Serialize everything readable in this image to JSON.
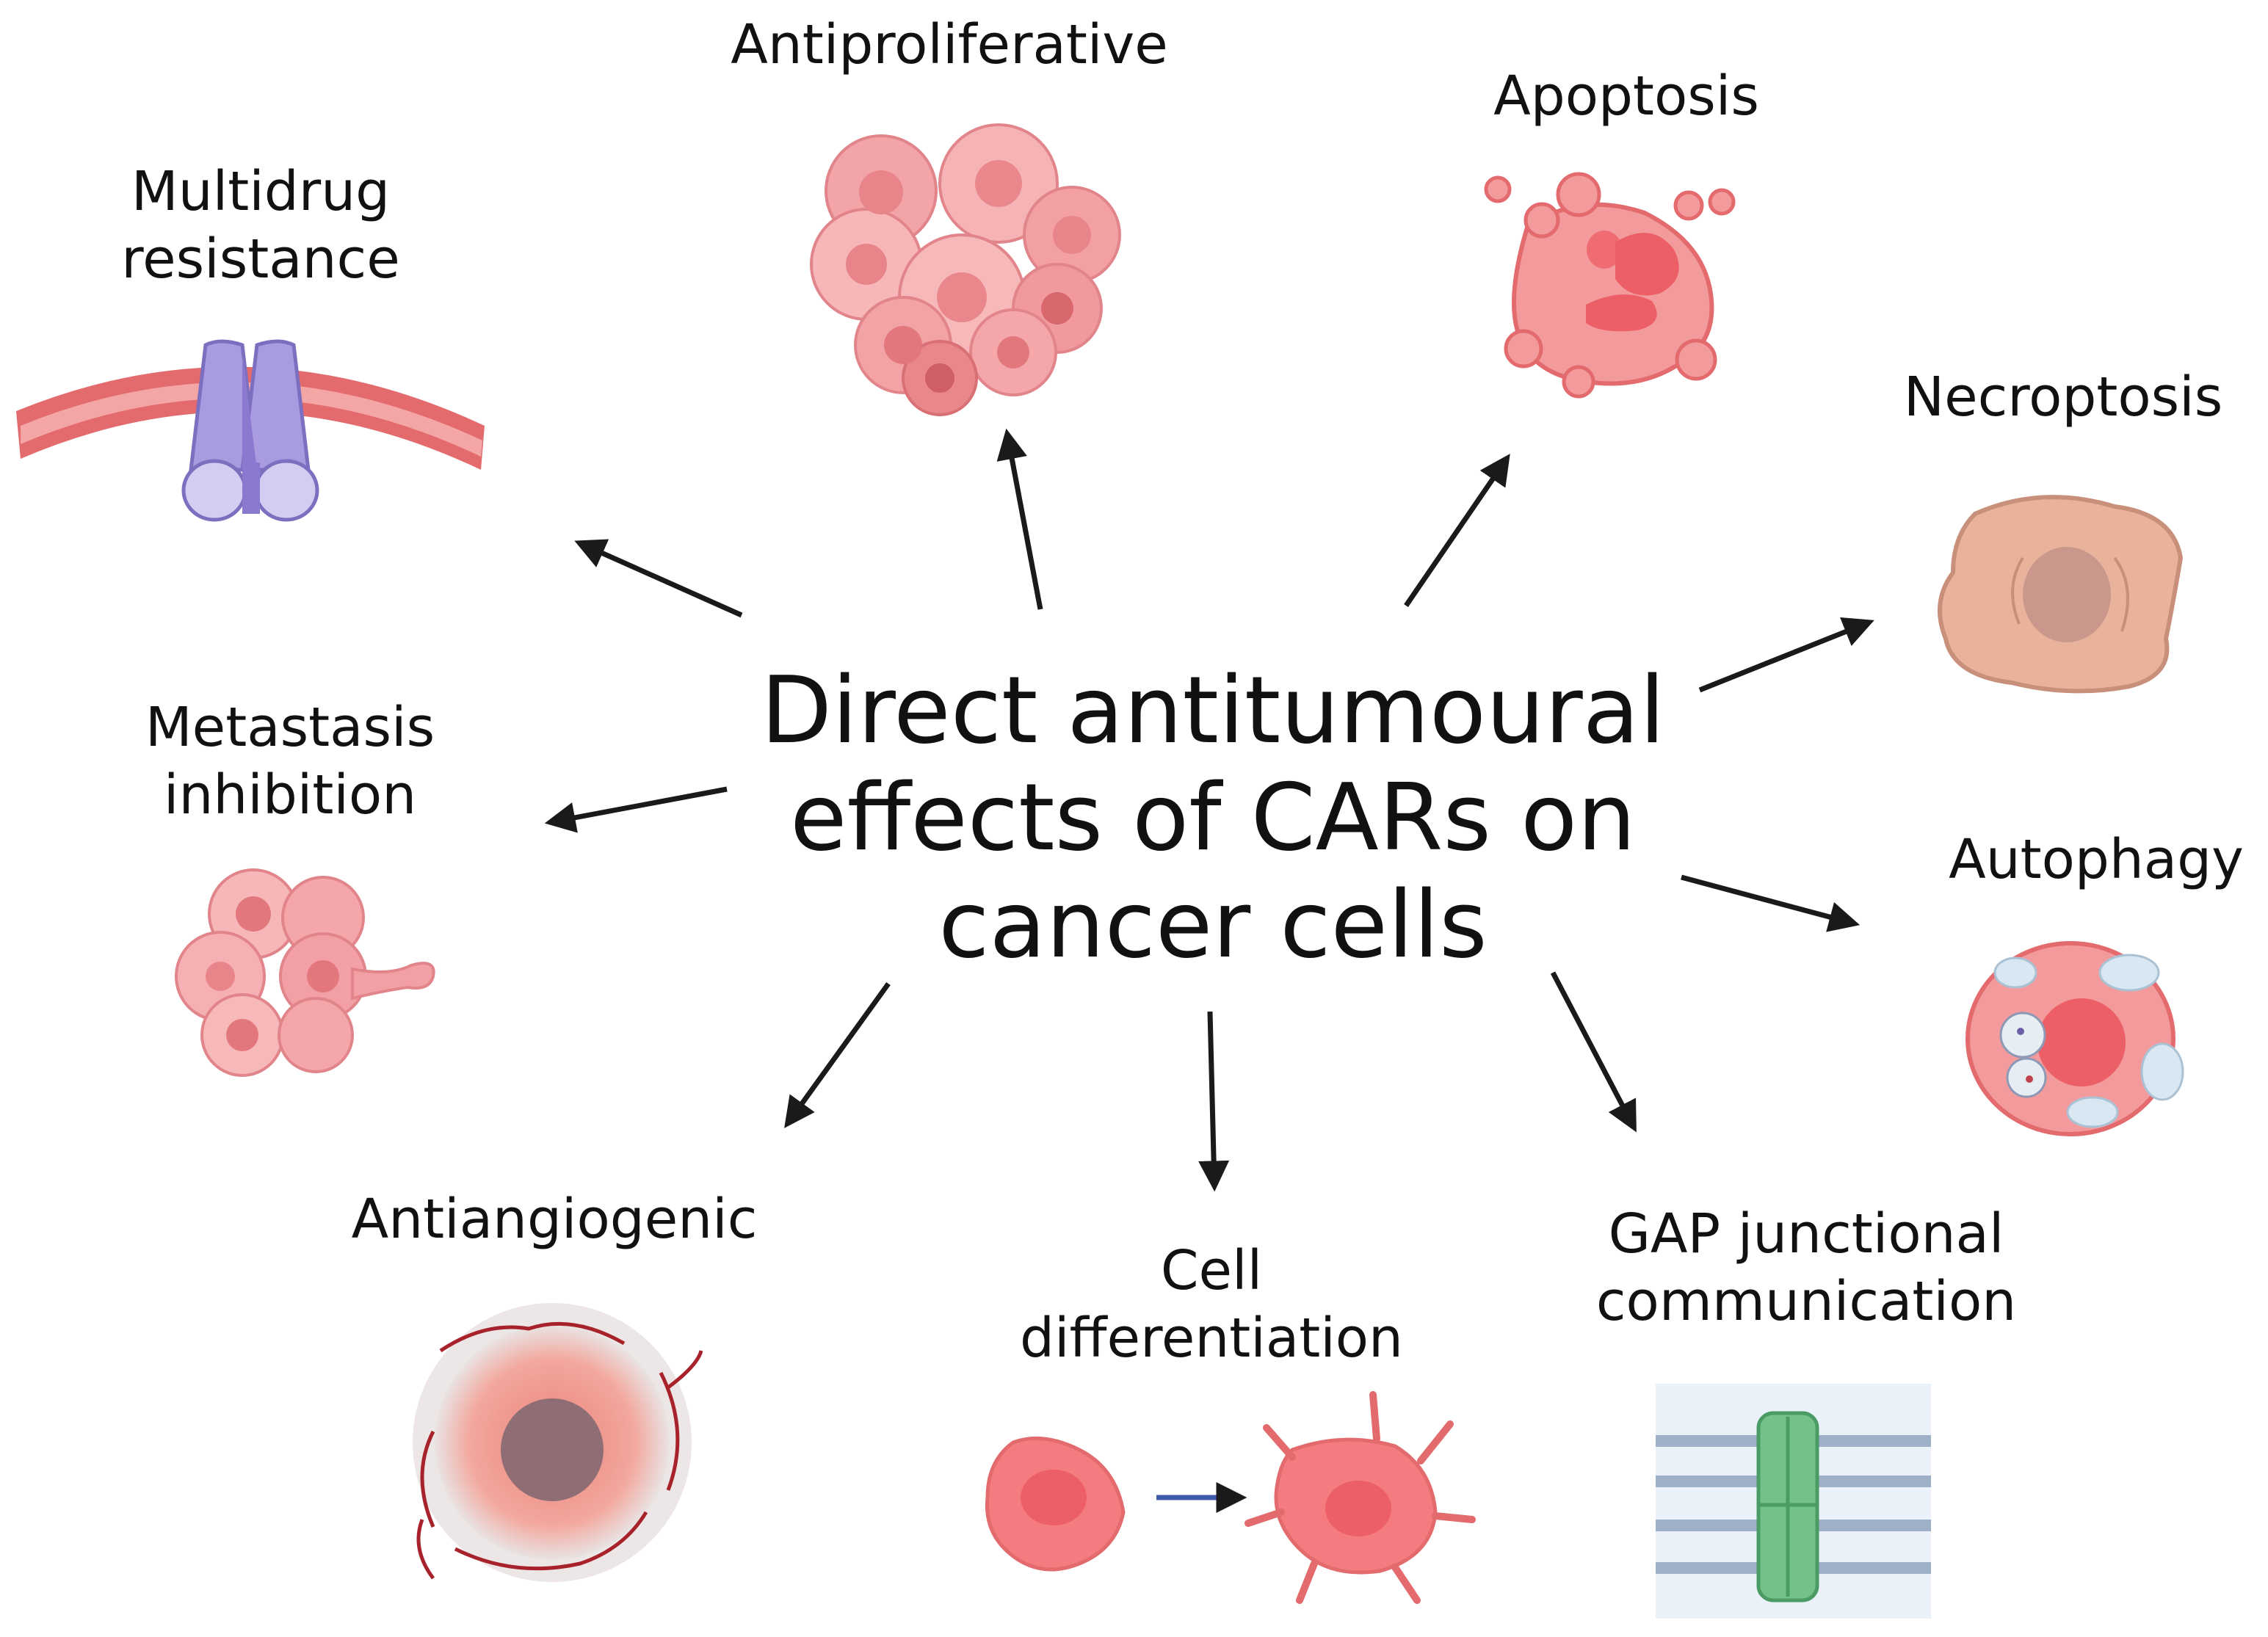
{
  "center": {
    "lines": [
      "Direct antitumoural",
      "effects of CARs on",
      "cancer cells"
    ]
  },
  "effects": {
    "multidrug": {
      "lines": [
        "Multidrug",
        "resistance"
      ]
    },
    "antiproliferative": {
      "lines": [
        "Antiproliferative"
      ]
    },
    "apoptosis": {
      "lines": [
        "Apoptosis"
      ]
    },
    "necroptosis": {
      "lines": [
        "Necroptosis"
      ]
    },
    "metastasis": {
      "lines": [
        "Metastasis",
        "inhibition"
      ]
    },
    "autophagy": {
      "lines": [
        "Autophagy"
      ]
    },
    "antiangiogenic": {
      "lines": [
        "Antiangiogenic"
      ]
    },
    "differentiation": {
      "lines": [
        "Cell",
        "differentiation"
      ]
    },
    "gap": {
      "lines": [
        "GAP junctional",
        "communication"
      ]
    }
  },
  "colors": {
    "arrow": "#1a1a1a",
    "cell_pink": "#f6a3a8",
    "cell_red": "#ef6c72",
    "membrane_red": "#e36a6d",
    "transporter_purple": "#a79ad8",
    "necroptosis_tan": "#e4b097",
    "gap_green": "#6fbf86",
    "lipid_blue": "#9fb1c8"
  }
}
